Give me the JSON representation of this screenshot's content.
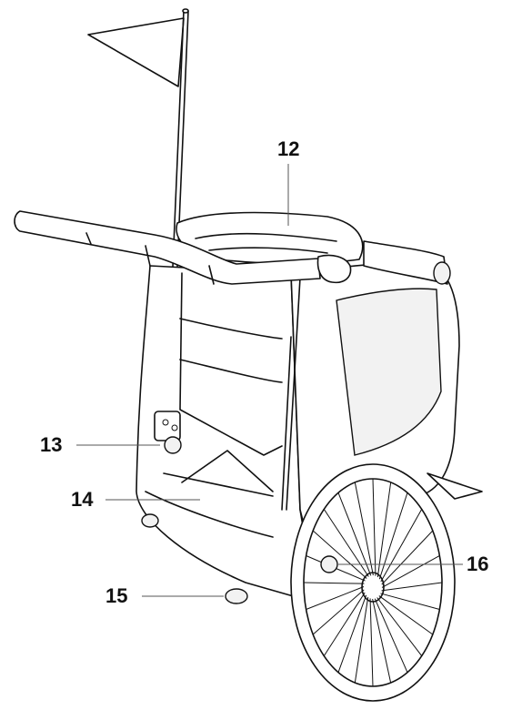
{
  "diagram": {
    "callouts": [
      {
        "id": "c12",
        "label": "12"
      },
      {
        "id": "c13",
        "label": "13"
      },
      {
        "id": "c14",
        "label": "14"
      },
      {
        "id": "c15",
        "label": "15"
      },
      {
        "id": "c16",
        "label": "16"
      }
    ]
  },
  "colors": {
    "line": "#111111",
    "leader": "#555555",
    "background": "#ffffff"
  }
}
